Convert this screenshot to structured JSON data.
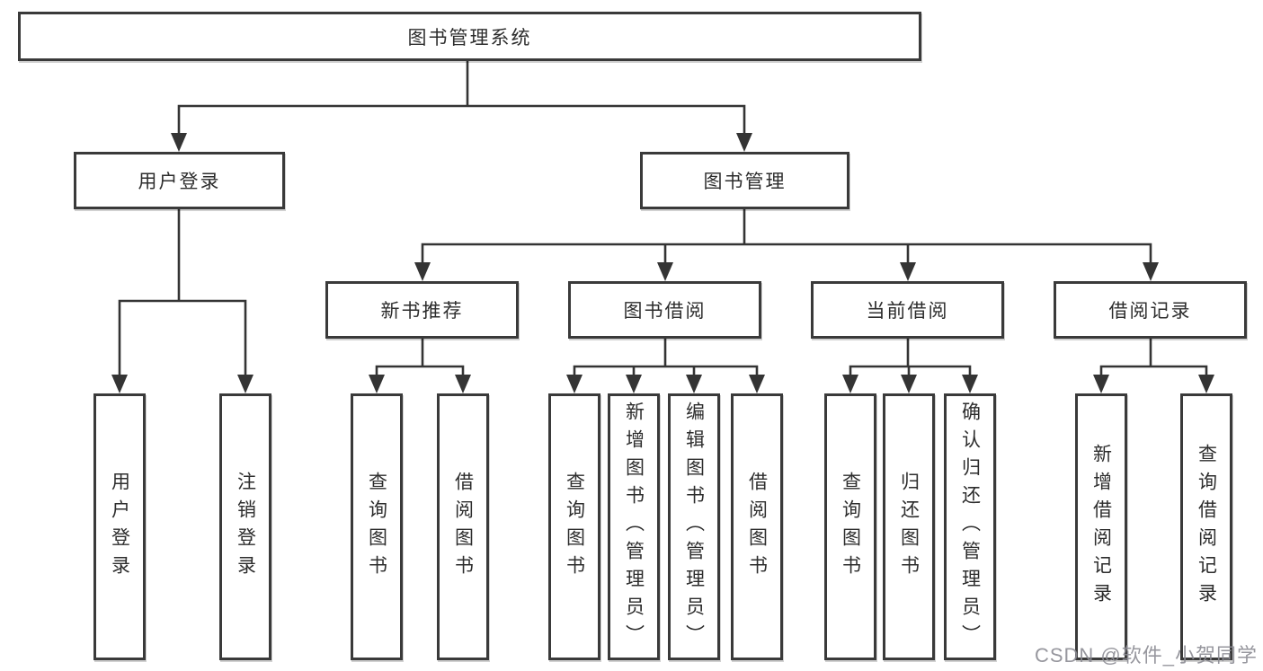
{
  "tree": {
    "label": "图书管理系统",
    "children": [
      {
        "label": "用户登录",
        "children": [
          {
            "label": "用户登录"
          },
          {
            "label": "注销登录"
          }
        ]
      },
      {
        "label": "图书管理",
        "children": [
          {
            "label": "新书推荐",
            "children": [
              {
                "label": "查询图书"
              },
              {
                "label": "借阅图书"
              }
            ]
          },
          {
            "label": "图书借阅",
            "children": [
              {
                "label": "查询图书"
              },
              {
                "label": "新增图书（管理员）"
              },
              {
                "label": "编辑图书（管理员）"
              },
              {
                "label": "借阅图书"
              }
            ]
          },
          {
            "label": "当前借阅",
            "children": [
              {
                "label": "查询图书"
              },
              {
                "label": "归还图书"
              },
              {
                "label": "确认归还（管理员）"
              }
            ]
          },
          {
            "label": "借阅记录",
            "children": [
              {
                "label": "新增借阅记录"
              },
              {
                "label": "查询借阅记录"
              }
            ]
          }
        ]
      }
    ]
  },
  "watermark": "CSDN @软件_小贺同学",
  "colors": {
    "line": "#343434",
    "box_border": "#3a3a3a",
    "text": "#2d2d2d",
    "watermark": "#8c8c94"
  }
}
